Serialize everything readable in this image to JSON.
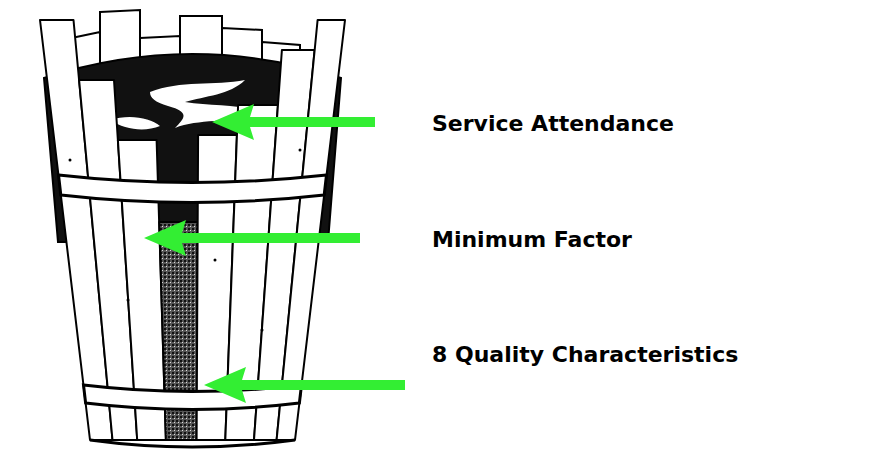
{
  "diagram": {
    "labels": [
      "Service Attendance",
      "Minimum Factor",
      "8 Quality Characteristics"
    ]
  }
}
